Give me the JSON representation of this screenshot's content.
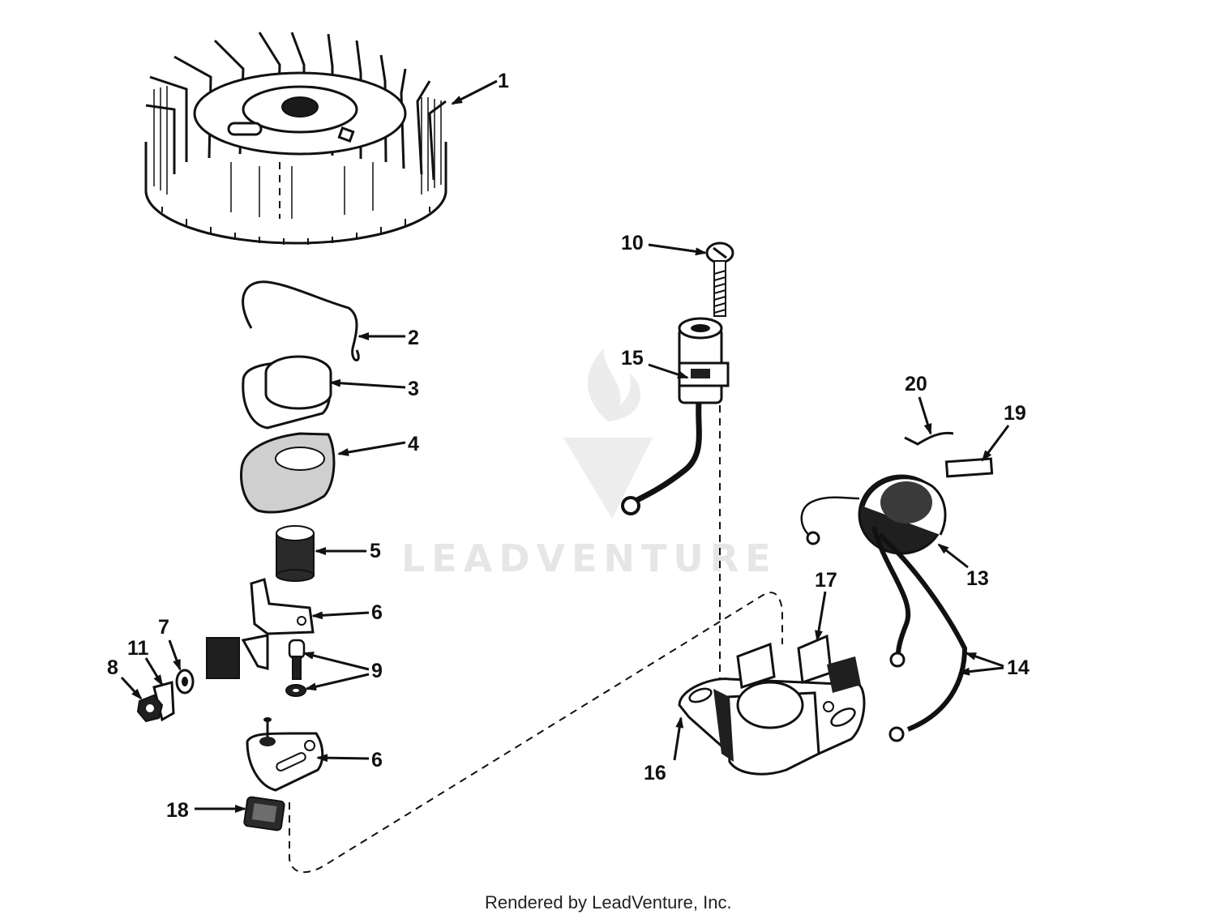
{
  "callouts": {
    "c1": "1",
    "c2": "2",
    "c3": "3",
    "c4": "4",
    "c5": "5",
    "c6a": "6",
    "c6b": "6",
    "c7": "7",
    "c8": "8",
    "c9": "9",
    "c10": "10",
    "c11": "11",
    "c13": "13",
    "c14": "14",
    "c15": "15",
    "c16": "16",
    "c17": "17",
    "c18": "18",
    "c19": "19",
    "c20": "20"
  },
  "watermark": {
    "text": "LEADVENTURE"
  },
  "footer": {
    "credit": "Rendered by LeadVenture, Inc."
  }
}
